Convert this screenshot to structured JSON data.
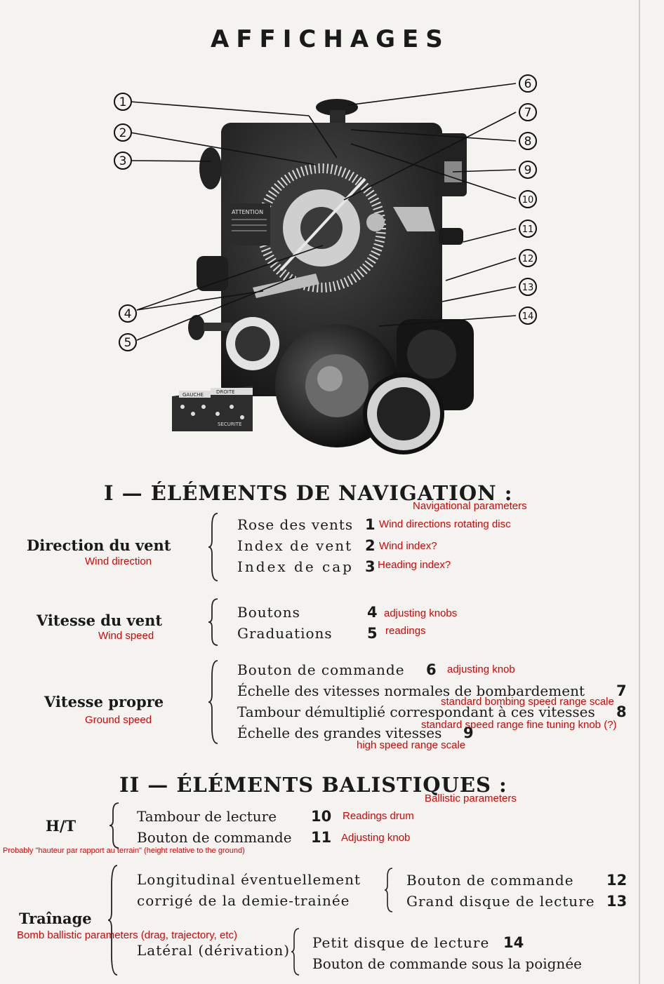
{
  "title": "AFFICHAGES",
  "callouts": [
    "1",
    "2",
    "3",
    "4",
    "5",
    "6",
    "7",
    "8",
    "9",
    "10",
    "11",
    "12",
    "13",
    "14"
  ],
  "figure": {
    "panel_label": "ATTENTION",
    "panel_text": "",
    "bottom_labels": [
      "DROITE",
      "GAUCHE",
      "SECURITE"
    ]
  },
  "navigation": {
    "heading": "I — ÉLÉMENTS DE NAVIGATION :",
    "heading_translation": "Navigational parameters",
    "groups": [
      {
        "label": "Direction du vent",
        "translation": "Wind direction",
        "items": [
          {
            "text": "Rose des vents",
            "num": "1",
            "note": "Wind directions rotating disc"
          },
          {
            "text": "Index de vent",
            "num": "2",
            "note": "Wind index?"
          },
          {
            "text": "Index de cap",
            "num": "3",
            "note": "Heading index?"
          }
        ]
      },
      {
        "label": "Vitesse du vent",
        "translation": "Wind speed",
        "items": [
          {
            "text": "Boutons",
            "num": "4",
            "note": "adjusting knobs"
          },
          {
            "text": "Graduations",
            "num": "5",
            "note": "readings"
          }
        ]
      },
      {
        "label": "Vitesse propre",
        "translation": "Ground speed",
        "items": [
          {
            "text": "Bouton de commande",
            "num": "6",
            "note": "adjusting knob"
          },
          {
            "text": "Échelle des vitesses normales de bombardement",
            "num": "7",
            "note": "standard bombing speed range scale"
          },
          {
            "text": "Tambour démultiplié correspondant à ces vitesses",
            "num": "8",
            "note": "standard speed range fine tuning knob (?)"
          },
          {
            "text": "Échelle des grandes vitesses",
            "num": "9",
            "note": "high speed range scale"
          }
        ]
      }
    ]
  },
  "ballistics": {
    "heading": "II — ÉLÉMENTS BALISTIQUES :",
    "heading_translation": "Ballistic parameters",
    "ht": {
      "label": "H/T",
      "translation": "Probably \"hauteur par rapport au terrain\" (height relative to the ground)",
      "items": [
        {
          "text": "Tambour de lecture",
          "num": "10",
          "note": "Readings drum"
        },
        {
          "text": "Bouton de commande",
          "num": "11",
          "note": "Adjusting knob"
        }
      ]
    },
    "trainage": {
      "label": "Traînage",
      "translation": "Bomb ballistic parameters (drag, trajectory, etc)",
      "longitudinal_line1": "Longitudinal éventuellement",
      "longitudinal_line2": "corrigé de la demie-trainée",
      "longitudinal_items": [
        {
          "text": "Bouton de commande",
          "num": "12"
        },
        {
          "text": "Grand disque de lecture",
          "num": "13"
        }
      ],
      "lateral": "Latéral (dérivation)",
      "lateral_items": [
        {
          "text": "Petit disque de lecture",
          "num": "14"
        },
        {
          "text": "Bouton de commande sous la poignée"
        }
      ]
    }
  }
}
